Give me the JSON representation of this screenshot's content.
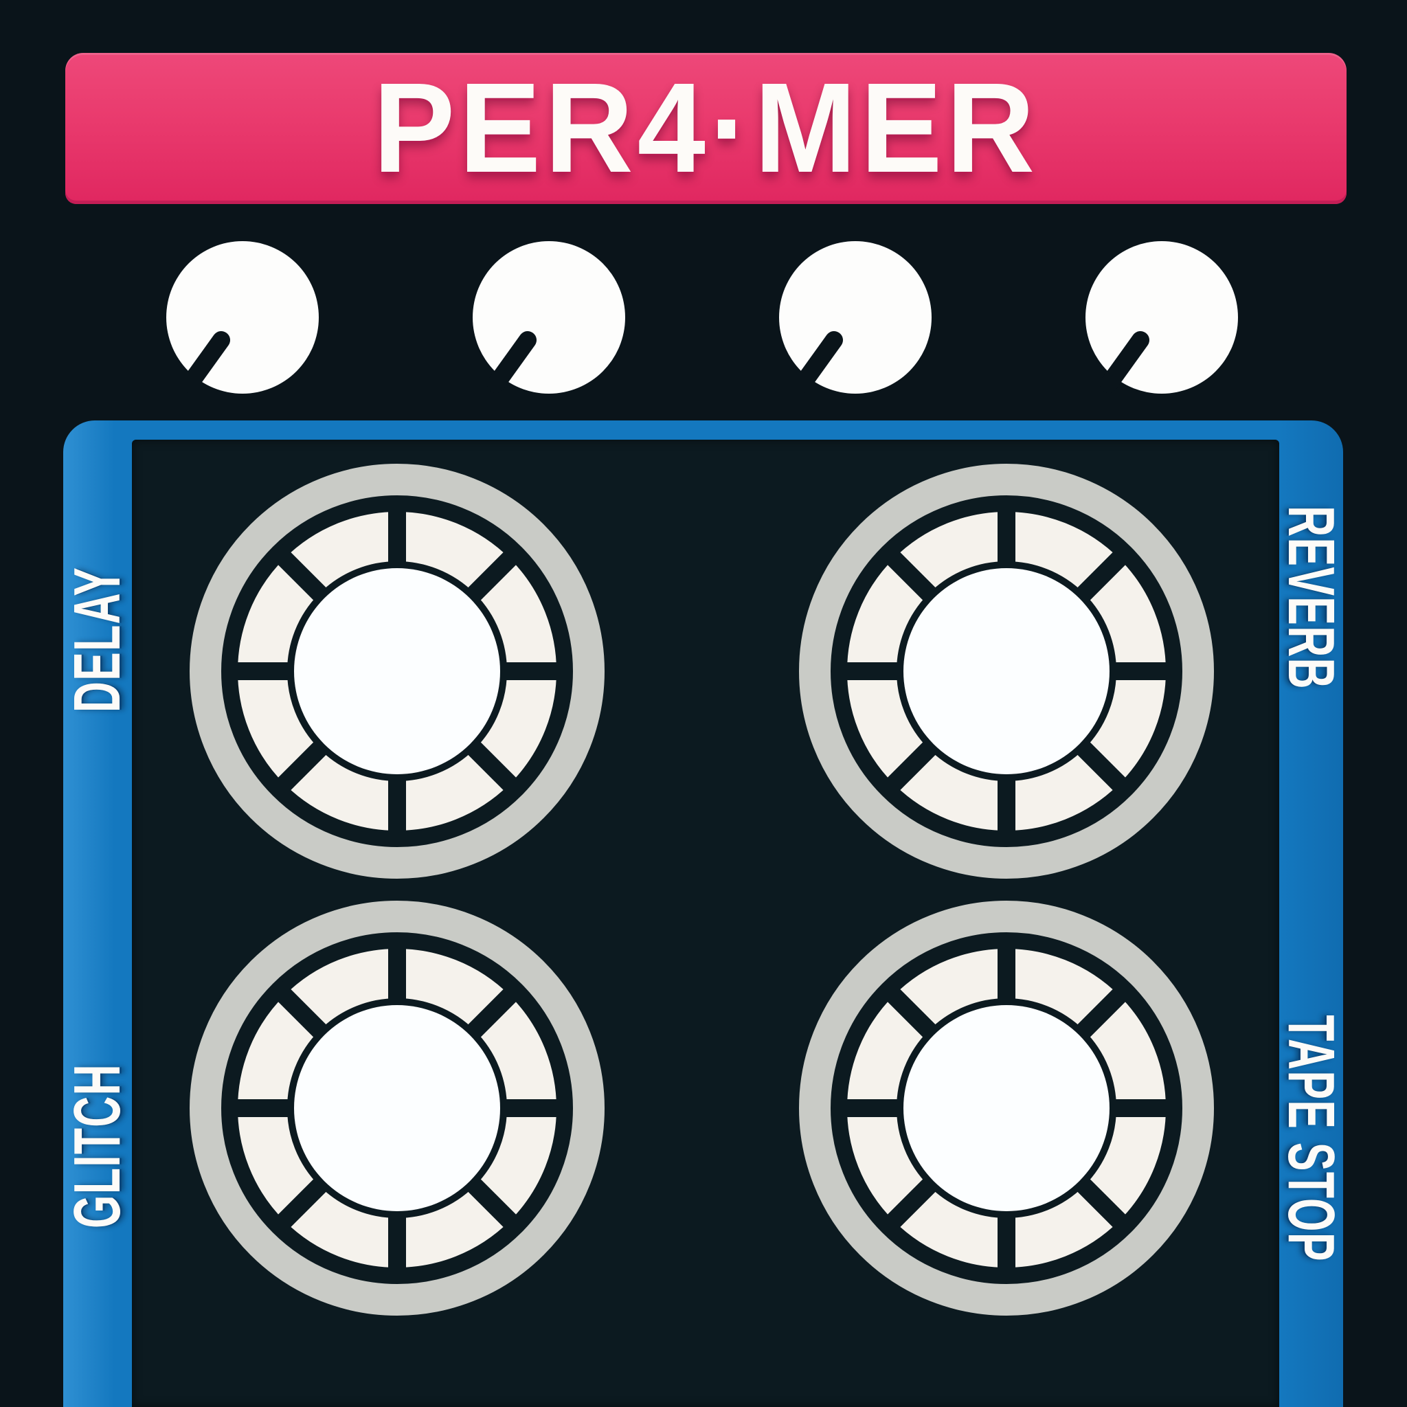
{
  "device": {
    "brand_plate_title": "PER4·MER"
  },
  "labels": {
    "top_left": "DELAY",
    "top_right": "REVERB",
    "bottom_left": "GLITCH",
    "bottom_right": "TAPE STOP"
  },
  "knobs": [
    {
      "id": "knob-1",
      "pointer": "down-left"
    },
    {
      "id": "knob-2",
      "pointer": "down-left"
    },
    {
      "id": "knob-3",
      "pointer": "down-left"
    },
    {
      "id": "knob-4",
      "pointer": "down-left"
    }
  ],
  "pads": [
    {
      "id": "pad-delay",
      "effect": "DELAY"
    },
    {
      "id": "pad-reverb",
      "effect": "REVERB"
    },
    {
      "id": "pad-glitch",
      "effect": "GLITCH"
    },
    {
      "id": "pad-tapestop",
      "effect": "TAPE STOP"
    }
  ],
  "colors": {
    "background": "#0a141a",
    "panel": "#0c1a20",
    "header_pink": "#e93a6d",
    "header_pink_dark": "#c41e56",
    "frame_blue": "#1478bf",
    "frame_blue_light": "#2f90d3",
    "pad_ring_gray": "#c9cbc6",
    "pad_segment_white": "#f5f2ec",
    "pad_center_white": "#fcfeff",
    "knob_white": "#fdfdfc",
    "text_white": "#fdfbf8"
  }
}
